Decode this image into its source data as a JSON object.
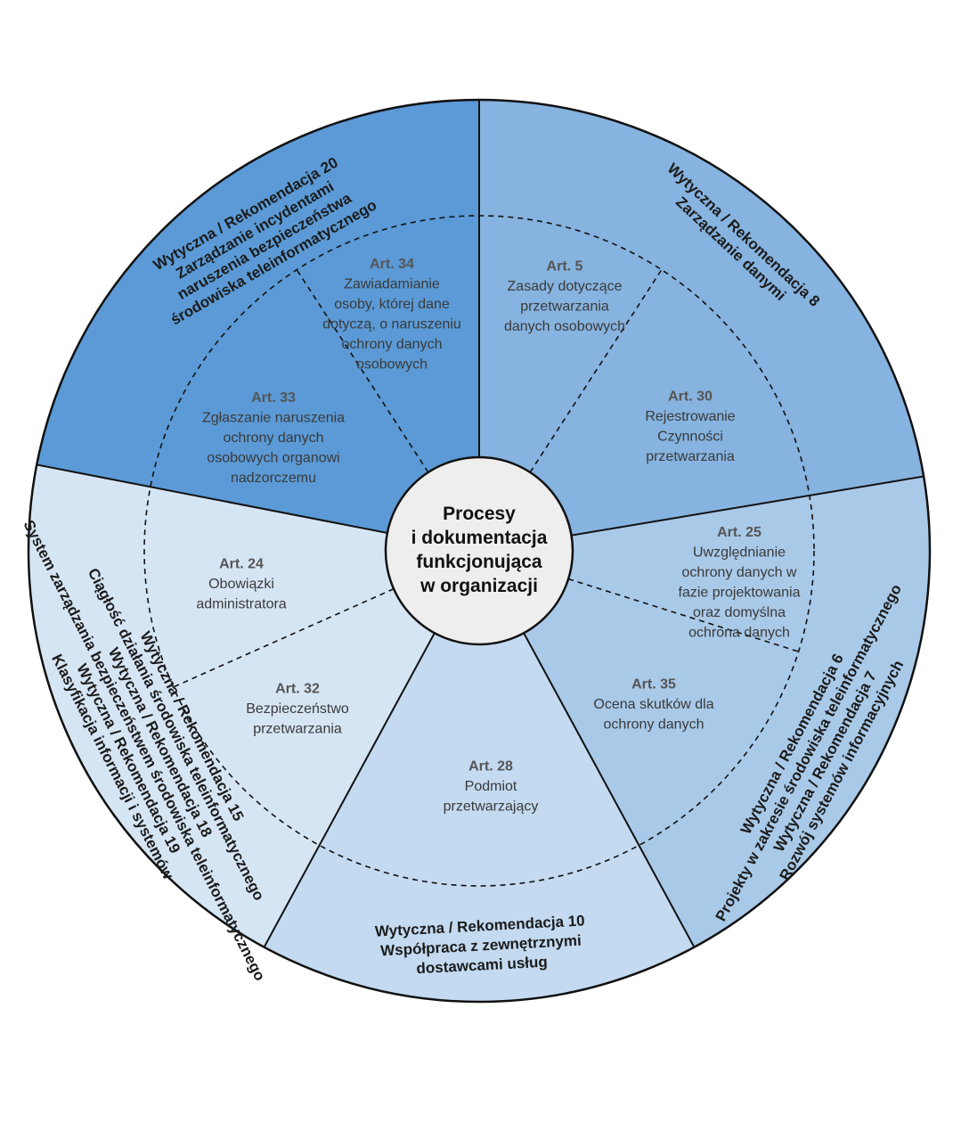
{
  "colors": {
    "sector_top_left": "#5b9ad6",
    "sector_top_right": "#86b3df",
    "sector_right": "#a9c9e8",
    "sector_bottom": "#c3daf0",
    "sector_left": "#d6e5f4",
    "center_fill": "#eeeeee",
    "lines": "#111111"
  },
  "center": {
    "lines": [
      "Procesy",
      "i dokumentacja",
      "funkcjonująca",
      "w organizacji"
    ]
  },
  "sectors": {
    "top_left": {
      "guideline": [
        "Wytyczna / Rekomendacja 20",
        "Zarządzanie incydentami",
        "naruszenia bezpieczeństwa",
        "środowiska teleinformatycznego"
      ],
      "articles": [
        {
          "num": "Art. 34",
          "lines": [
            "Zawiadamianie",
            "osoby, której dane",
            "dotyczą, o naruszeniu",
            "ochrony danych",
            "osobowych"
          ]
        },
        {
          "num": "Art. 33",
          "lines": [
            "Zgłaszanie naruszenia",
            "ochrony danych",
            "osobowych organowi",
            "nadzorczemu"
          ]
        }
      ]
    },
    "top_right": {
      "guideline": [
        "Wytyczna / Rekomendacja 8",
        "Zarządzanie danymi"
      ],
      "articles": [
        {
          "num": "Art. 5",
          "lines": [
            "Zasady dotyczące",
            "przetwarzania",
            "danych osobowych"
          ]
        },
        {
          "num": "Art. 30",
          "lines": [
            "Rejestrowanie",
            "Czynności",
            "przetwarzania"
          ]
        }
      ]
    },
    "right": {
      "guideline": [
        "Wytyczna / Rekomendacja 6",
        "Projekty w zakresie środowiska teleinformatycznego",
        "Wytyczna / Rekomendacja 7",
        "Rozwój systemów informacyjnych"
      ],
      "articles": [
        {
          "num": "Art. 25",
          "lines": [
            "Uwzględnianie",
            "ochrony danych w",
            "fazie projektowania",
            "oraz domyślna",
            "ochrona danych"
          ]
        },
        {
          "num": "Art. 35",
          "lines": [
            "Ocena skutków dla",
            "ochrony danych"
          ]
        }
      ]
    },
    "bottom": {
      "guideline": [
        "Wytyczna / Rekomendacja 10",
        "Współpraca z zewnętrznymi",
        "dostawcami usług"
      ],
      "articles": [
        {
          "num": "Art. 28",
          "lines": [
            "Podmiot",
            "przetwarzający"
          ]
        }
      ]
    },
    "left": {
      "guideline": [
        "Wytyczna / Rekomendacja 15",
        "Ciągłość działania środowiska teleinformatycznego",
        "Wytyczna / Rekomendacja 18",
        "System zarządzania bezpieczeństwem środowiska teleinformatycznego",
        "Wytyczna / Rekomendacja 19",
        "Klasyfikacja informacji i systemów"
      ],
      "articles": [
        {
          "num": "Art. 24",
          "lines": [
            "Obowiązki",
            "administratora"
          ]
        },
        {
          "num": "Art. 32",
          "lines": [
            "Bezpieczeństwo",
            "przetwarzania"
          ]
        }
      ]
    }
  }
}
